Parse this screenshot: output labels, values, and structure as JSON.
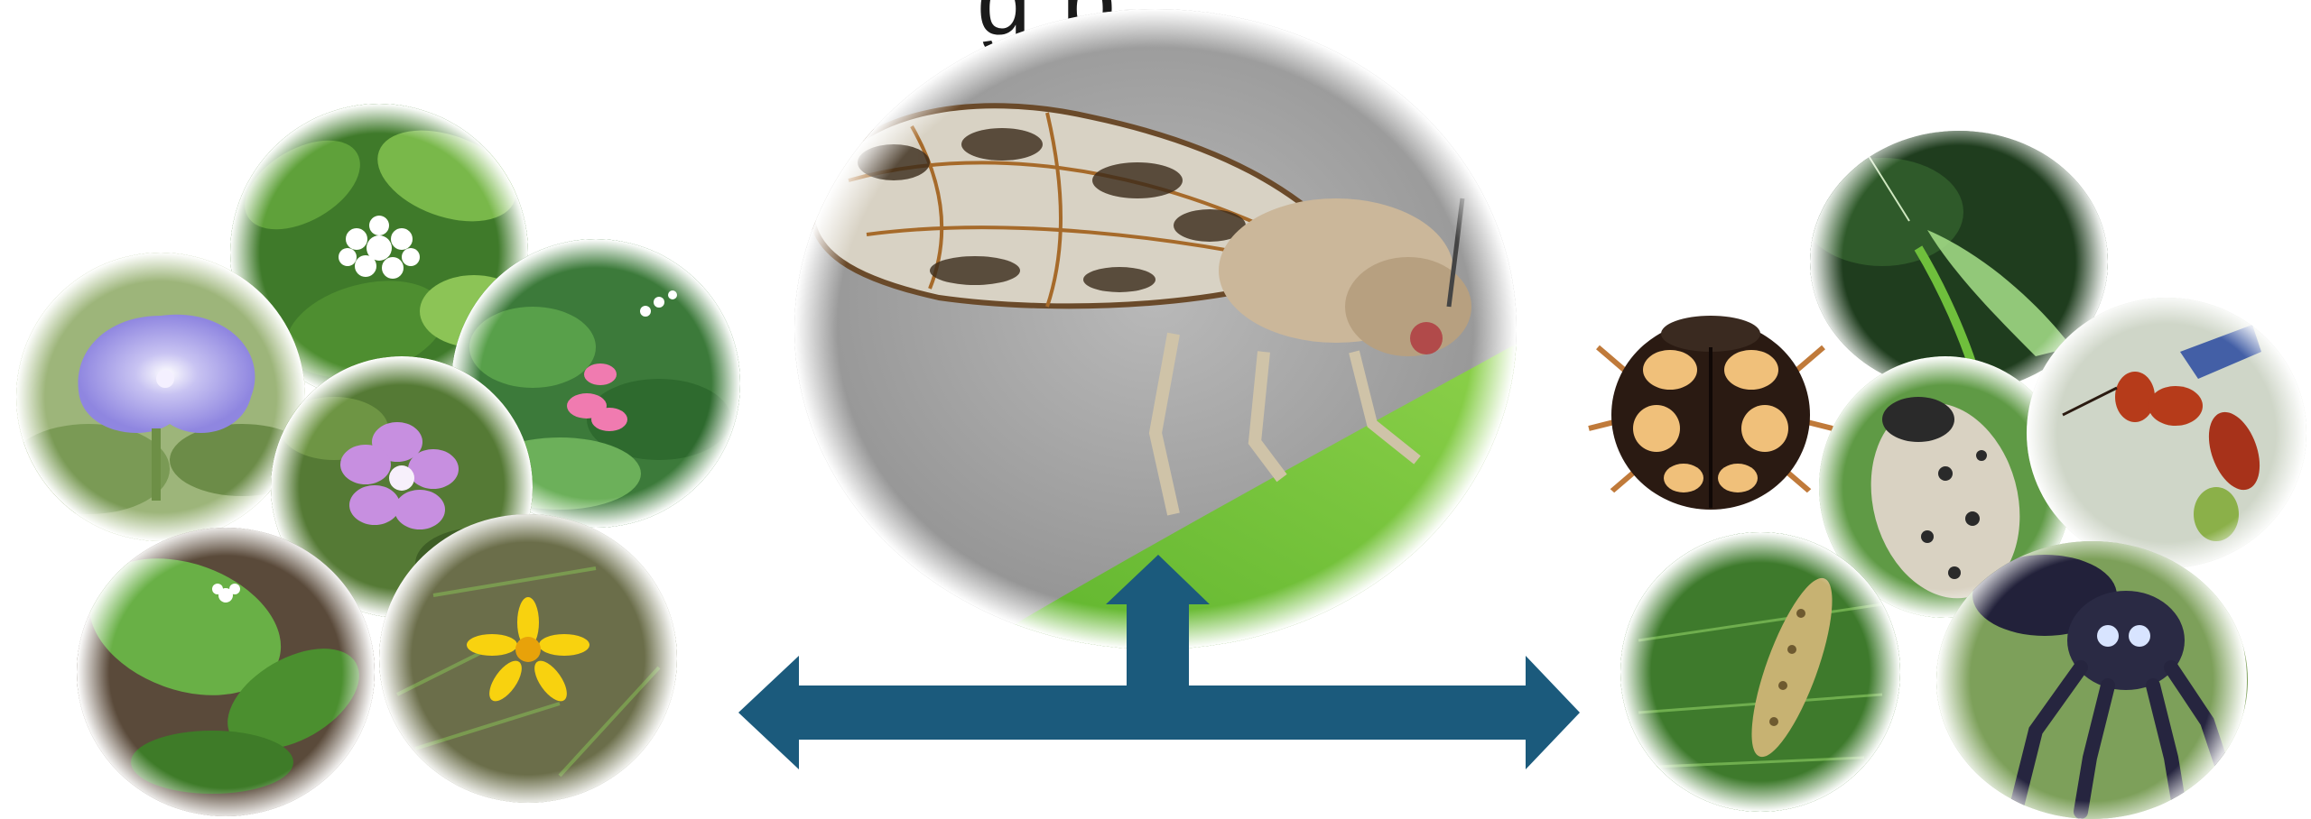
{
  "title_fragment": "g        p",
  "colors": {
    "arrow": "#1b5a7c",
    "leaf_green": "#6cc13a",
    "background_grey": "#a9a9a9"
  },
  "left_group": {
    "label": "",
    "items": [
      "morning-glory-flower",
      "white-cluster-flower",
      "pink-pea-flower",
      "pink-mallow-flower",
      "white-small-flower",
      "yellow-daisy-flower"
    ]
  },
  "center": {
    "subject": "lace-bug-insect"
  },
  "right_group": {
    "items": [
      "ladybird-beetle",
      "green-lacewing",
      "red-wasp",
      "spotted-leaf-beetle",
      "lacewing-larva",
      "jumping-spider"
    ]
  }
}
